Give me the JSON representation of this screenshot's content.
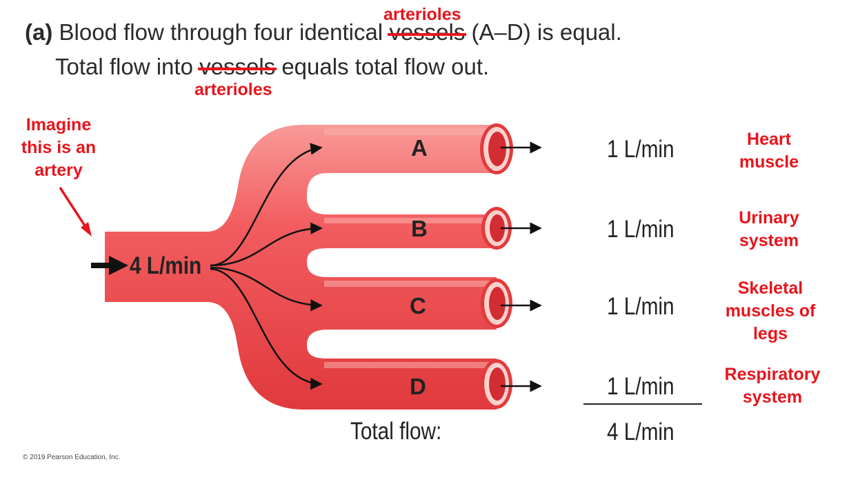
{
  "title": {
    "part": "(a)",
    "line1_pre": "Blood flow through four identical",
    "struck1": "vessels",
    "line1_post": "(A–D) is equal.",
    "line2_pre": "Total flow into",
    "struck2": "vessels",
    "line2_post": "equals total flow out.",
    "correction1": "arterioles",
    "correction2": "arterioles"
  },
  "artery_note": "Imagine this is an artery",
  "input_flow": "4 L/min",
  "vessels": [
    {
      "letter": "A",
      "flow": "1 L/min",
      "organ": "Heart muscle"
    },
    {
      "letter": "B",
      "flow": "1 L/min",
      "organ": "Urinary system"
    },
    {
      "letter": "C",
      "flow": "1 L/min",
      "organ": "Skeletal muscles of legs"
    },
    {
      "letter": "D",
      "flow": "1 L/min",
      "organ": "Respiratory system"
    }
  ],
  "total_label": "Total flow:",
  "total_value": "4 L/min",
  "copyright": "© 2019 Pearson Education, Inc.",
  "colors": {
    "vessel": "#f0585a",
    "vessel_dark": "#e03c40",
    "annotation": "#e8141c"
  }
}
